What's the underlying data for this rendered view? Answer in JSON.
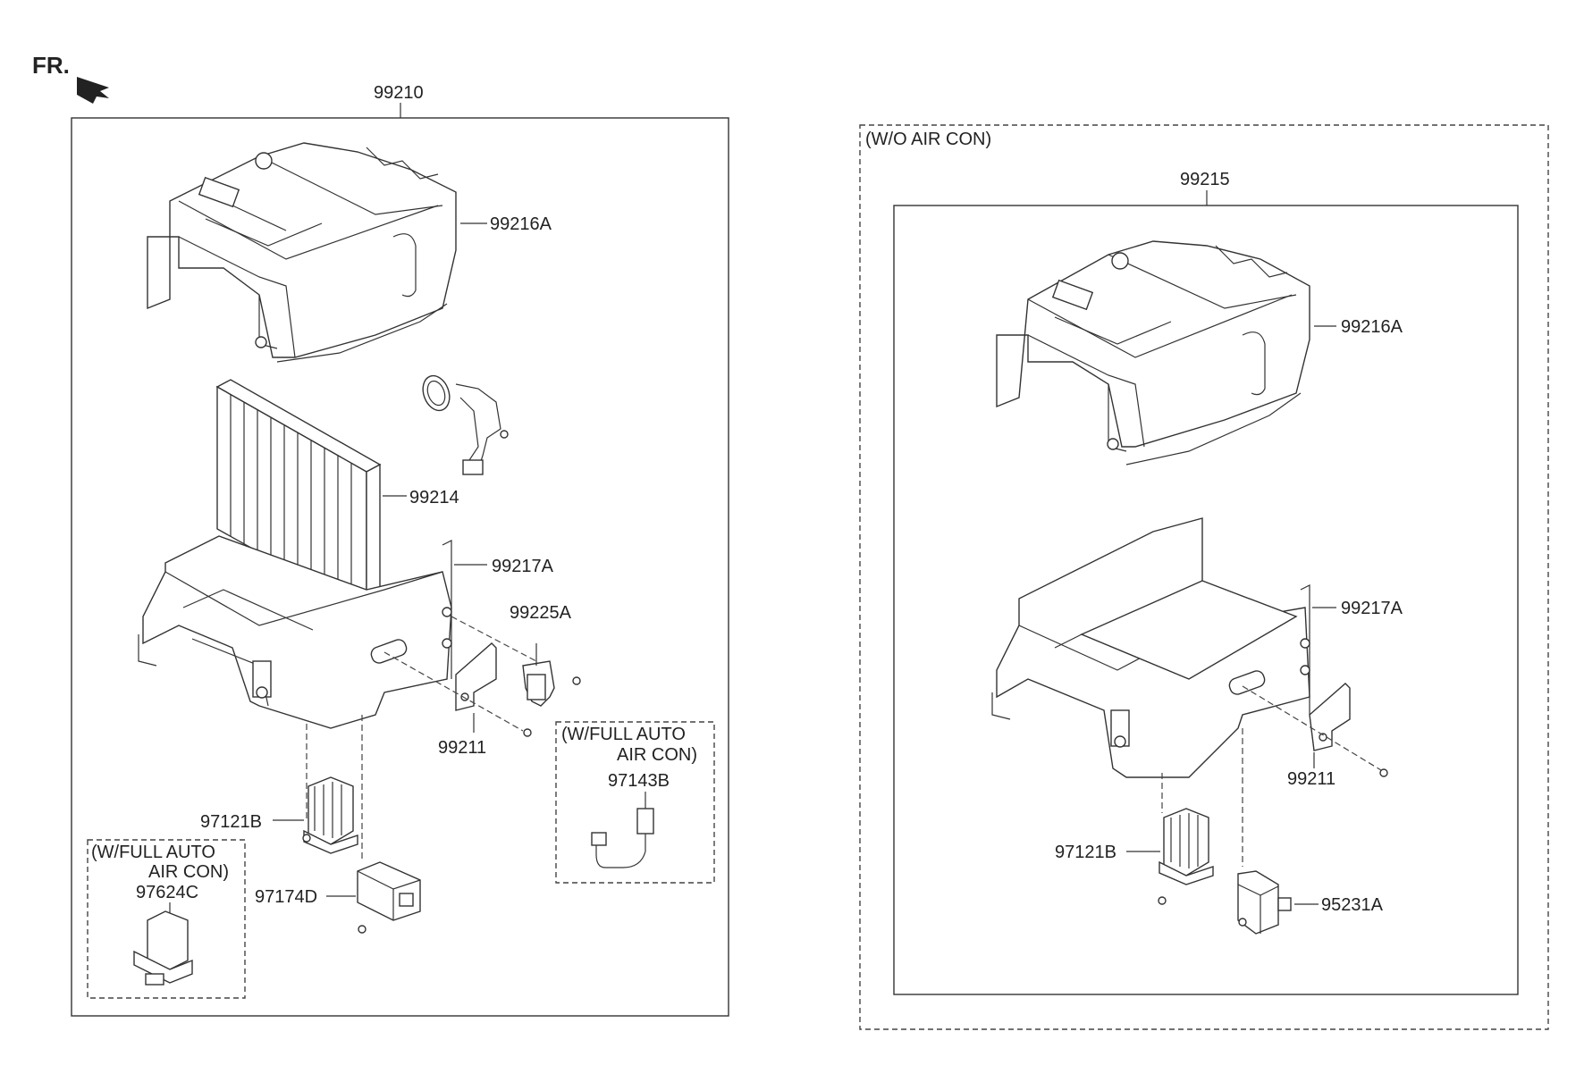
{
  "front_indicator": "FR.",
  "left_panel": {
    "assembly_number": "99210",
    "labels": {
      "upper_case": "99216A",
      "filter": "99214",
      "lower_case": "99217A",
      "actuator": "99225A",
      "bracket": "99211",
      "resistor": "97121B",
      "relay": "97174D",
      "sensor": "97143B"
    },
    "option_full_auto_right": {
      "line1": "(W/FULL AUTO",
      "line2": "AIR CON)"
    },
    "option_full_auto_left": {
      "line1": "(W/FULL AUTO",
      "line2": "AIR CON)",
      "part": "97624C"
    }
  },
  "right_panel": {
    "variant_label": "(W/O AIR CON)",
    "assembly_number": "99215",
    "labels": {
      "upper_case": "99216A",
      "lower_case": "99217A",
      "bracket": "99211",
      "resistor": "97121B",
      "relay": "95231A"
    }
  }
}
